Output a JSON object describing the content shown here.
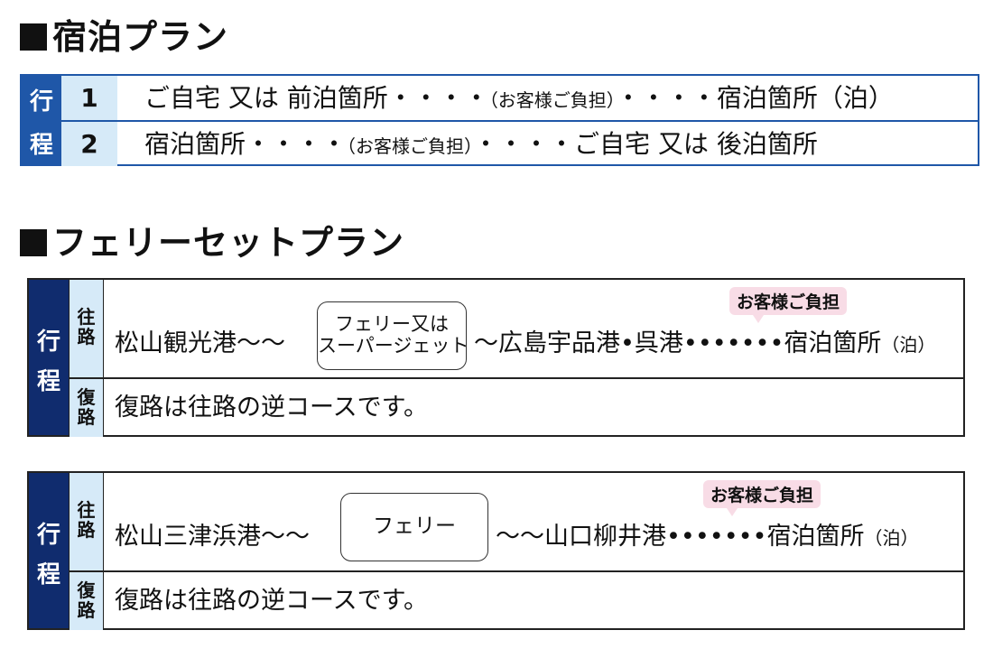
{
  "section1": {
    "title": "宿泊プラン",
    "side_label": [
      "行",
      "程"
    ],
    "rows": [
      {
        "num": "1",
        "text_a": "ご自宅 又は 前泊箇所・・・・",
        "text_small": "（お客様ご負担）",
        "text_b": "・・・・宿泊箇所（泊）"
      },
      {
        "num": "2",
        "text_a": "宿泊箇所・・・・",
        "text_small": "（お客様ご負担）",
        "text_b": "・・・・ご自宅 又は 後泊箇所"
      }
    ]
  },
  "section2": {
    "title": "フェリーセットプラン",
    "plans": [
      {
        "side_label": [
          "行",
          "程"
        ],
        "outbound_label": [
          "往",
          "路"
        ],
        "return_label": [
          "復",
          "路"
        ],
        "outbound_a": "松山観光港〜〜",
        "box_line1": "フェリー又は",
        "box_line2": "スーパージェット",
        "outbound_b": "〜広島宇品港•呉港•••••••宿泊箇所",
        "outbound_suffix": "（泊）",
        "badge": "お客様ご負担",
        "return_text": "復路は往路の逆コースです。"
      },
      {
        "side_label": [
          "行",
          "程"
        ],
        "outbound_label": [
          "往",
          "路"
        ],
        "return_label": [
          "復",
          "路"
        ],
        "outbound_a": "松山三津浜港〜〜",
        "box_line1": "フェリー",
        "outbound_b": "〜〜山口柳井港•••••••宿泊箇所",
        "outbound_suffix": "（泊）",
        "badge": "お客様ご負担",
        "return_text": "復路は往路の逆コースです。"
      }
    ]
  },
  "colors": {
    "blue": "#1f57a8",
    "navy": "#102c6e",
    "light_blue": "#d6eaf8",
    "pink": "#f8dce6"
  }
}
